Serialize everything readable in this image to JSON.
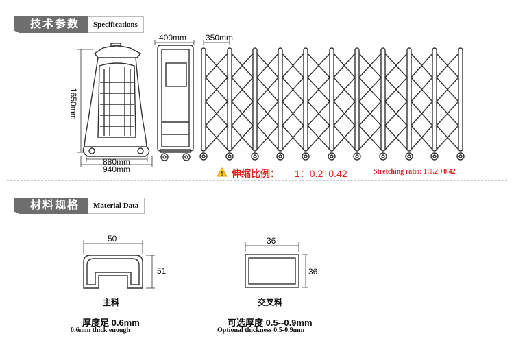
{
  "spec_header": {
    "cn": "技术参数",
    "en": "Specifications"
  },
  "material_header": {
    "cn": "材料规格",
    "en": "Material Data"
  },
  "dimensions": {
    "height": "1650mm",
    "base_inner": "880mm",
    "base_outer": "940mm",
    "depth": "400mm",
    "pitch": "350mm"
  },
  "stretching": {
    "cn_label": "伸缩比例：",
    "value": "1：0.2+0.42",
    "en": "Stretching ratio: 1:0.2 +0.42"
  },
  "main_profile": {
    "width": "50",
    "height": "51",
    "caption": "主料",
    "thickness_cn": "厚度足 0.6mm",
    "thickness_en": "0.6mm thick enough"
  },
  "cross_profile": {
    "width": "36",
    "height": "36",
    "caption": "交叉料",
    "thickness_cn": "可选厚度 0.5--0.9mm",
    "thickness_en": "Optional thickness 0.5-0.9mm"
  },
  "colors": {
    "header_bg": "#6e6e6e",
    "warning": "#e02020",
    "accent": "#ffcc00"
  },
  "icons": [
    "warning-icon"
  ]
}
